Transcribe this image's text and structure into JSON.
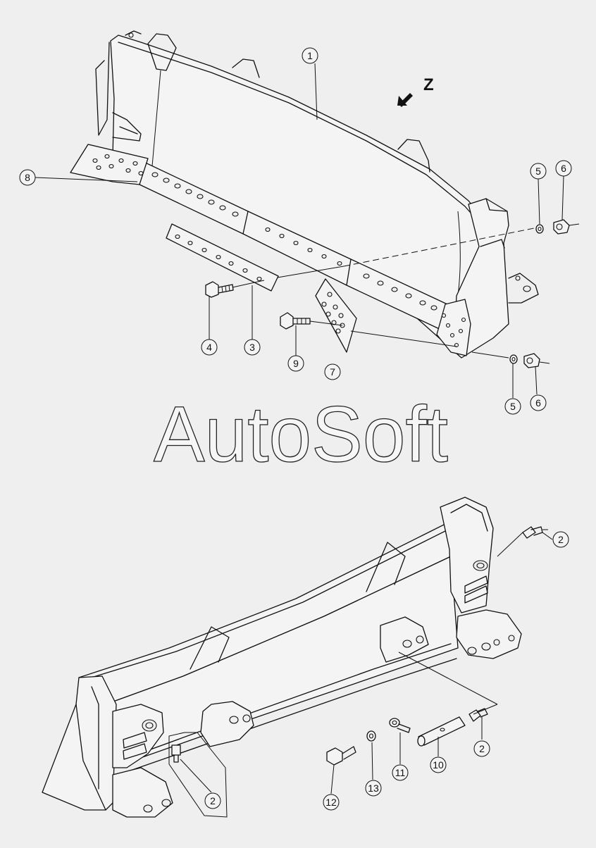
{
  "watermark": "AutoSoft",
  "view_label": "Z",
  "callouts_top": [
    "1",
    "8",
    "5",
    "6",
    "3",
    "4",
    "9",
    "7",
    "5",
    "6"
  ],
  "callouts_bottom": [
    "2",
    "2",
    "2",
    "10",
    "11",
    "13",
    "12"
  ]
}
